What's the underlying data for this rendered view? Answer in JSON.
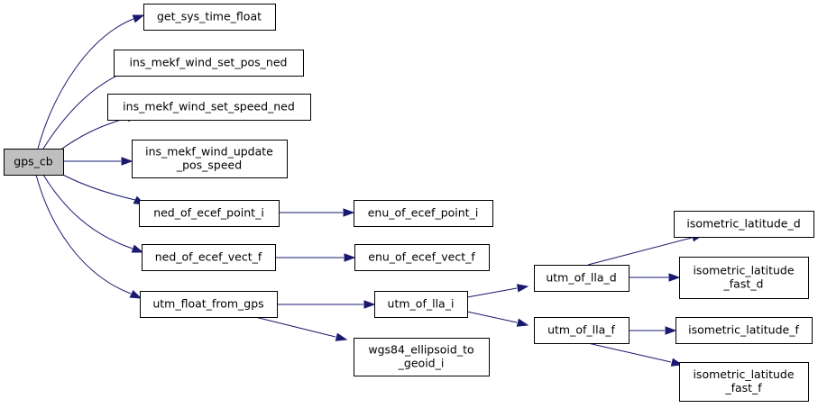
{
  "graph": {
    "edge_color": "#191970",
    "root_fill": "#bfbfbf",
    "nodes": [
      {
        "id": "gps_cb",
        "lines": [
          "gps_cb"
        ],
        "root": true
      },
      {
        "id": "get_sys_time_float",
        "lines": [
          "get_sys_time_float"
        ]
      },
      {
        "id": "ins_mekf_wind_set_pos_ned",
        "lines": [
          "ins_mekf_wind_set_pos_ned"
        ]
      },
      {
        "id": "ins_mekf_wind_set_speed_ned",
        "lines": [
          "ins_mekf_wind_set_speed_ned"
        ]
      },
      {
        "id": "ins_mekf_wind_update_pos_speed",
        "lines": [
          "ins_mekf_wind_update",
          "_pos_speed"
        ]
      },
      {
        "id": "ned_of_ecef_point_i",
        "lines": [
          "ned_of_ecef_point_i"
        ]
      },
      {
        "id": "ned_of_ecef_vect_f",
        "lines": [
          "ned_of_ecef_vect_f"
        ]
      },
      {
        "id": "utm_float_from_gps",
        "lines": [
          "utm_float_from_gps"
        ]
      },
      {
        "id": "enu_of_ecef_point_i",
        "lines": [
          "enu_of_ecef_point_i"
        ]
      },
      {
        "id": "enu_of_ecef_vect_f",
        "lines": [
          "enu_of_ecef_vect_f"
        ]
      },
      {
        "id": "utm_of_lla_i",
        "lines": [
          "utm_of_lla_i"
        ]
      },
      {
        "id": "wgs84_ellipsoid_to_geoid_i",
        "lines": [
          "wgs84_ellipsoid_to",
          "_geoid_i"
        ]
      },
      {
        "id": "utm_of_lla_d",
        "lines": [
          "utm_of_lla_d"
        ]
      },
      {
        "id": "utm_of_lla_f",
        "lines": [
          "utm_of_lla_f"
        ]
      },
      {
        "id": "isometric_latitude_d",
        "lines": [
          "isometric_latitude_d"
        ]
      },
      {
        "id": "isometric_latitude_fast_d",
        "lines": [
          "isometric_latitude",
          "_fast_d"
        ]
      },
      {
        "id": "isometric_latitude_f",
        "lines": [
          "isometric_latitude_f"
        ]
      },
      {
        "id": "isometric_latitude_fast_f",
        "lines": [
          "isometric_latitude",
          "_fast_f"
        ]
      }
    ],
    "edges": [
      {
        "from": "gps_cb",
        "to": "get_sys_time_float"
      },
      {
        "from": "gps_cb",
        "to": "ins_mekf_wind_set_pos_ned"
      },
      {
        "from": "gps_cb",
        "to": "ins_mekf_wind_set_speed_ned"
      },
      {
        "from": "gps_cb",
        "to": "ins_mekf_wind_update_pos_speed"
      },
      {
        "from": "gps_cb",
        "to": "ned_of_ecef_point_i"
      },
      {
        "from": "gps_cb",
        "to": "ned_of_ecef_vect_f"
      },
      {
        "from": "gps_cb",
        "to": "utm_float_from_gps"
      },
      {
        "from": "ned_of_ecef_point_i",
        "to": "enu_of_ecef_point_i"
      },
      {
        "from": "ned_of_ecef_vect_f",
        "to": "enu_of_ecef_vect_f"
      },
      {
        "from": "utm_float_from_gps",
        "to": "utm_of_lla_i"
      },
      {
        "from": "utm_float_from_gps",
        "to": "wgs84_ellipsoid_to_geoid_i"
      },
      {
        "from": "utm_of_lla_i",
        "to": "utm_of_lla_d"
      },
      {
        "from": "utm_of_lla_i",
        "to": "utm_of_lla_f"
      },
      {
        "from": "utm_of_lla_d",
        "to": "isometric_latitude_d"
      },
      {
        "from": "utm_of_lla_d",
        "to": "isometric_latitude_fast_d"
      },
      {
        "from": "utm_of_lla_f",
        "to": "isometric_latitude_f"
      },
      {
        "from": "utm_of_lla_f",
        "to": "isometric_latitude_fast_f"
      }
    ]
  }
}
